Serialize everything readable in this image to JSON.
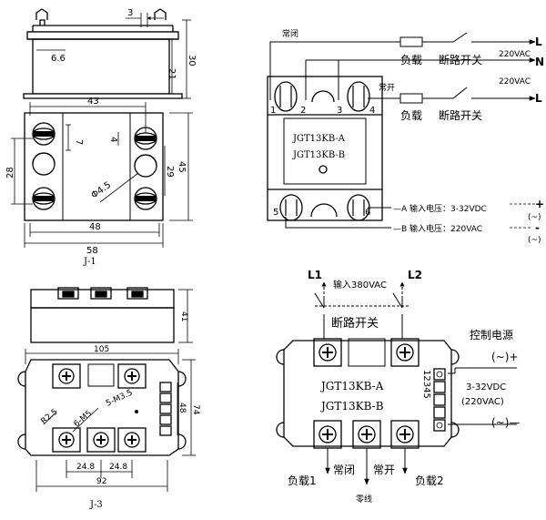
{
  "j1": {
    "dim_3": "3",
    "dim_6_6": "6.6",
    "dim_21": "21",
    "dim_30": "30",
    "dim_43": "43",
    "dim_7": "7",
    "dim_4": "4",
    "dim_28": "28",
    "dim_29": "29",
    "dim_45": "45",
    "dim_phi4_5": "Φ4.5",
    "dim_48": "48",
    "dim_58": "58",
    "caption": "J-1"
  },
  "j3": {
    "dim_41": "41",
    "dim_105": "105",
    "dim_r2_5": "R2.5",
    "dim_6m5": "6-M5",
    "dim_5m3_5": "5-M3.5",
    "dim_48": "48",
    "dim_74": "74",
    "dim_24_8a": "24.8",
    "dim_24_8b": "24.8",
    "dim_92": "92",
    "caption": "J-3"
  },
  "wiring_top": {
    "label_nc": "常闭",
    "label_no": "常开",
    "load_1": "负载",
    "breaker_1": "断路开关",
    "voltage_1": "220VAC",
    "terminal_L_top": "L",
    "terminal_N": "N",
    "voltage_2": "220VAC",
    "terminal_L_mid": "L",
    "load_2": "负载",
    "breaker_2": "断路开关",
    "pin_1": "1",
    "pin_2": "2",
    "pin_3": "3",
    "pin_4": "4",
    "pin_5": "5",
    "pin_6": "6",
    "model_a": "JGT13KB-A",
    "model_b": "JGT13KB-B",
    "input_a": "—A 输入电压：3-32VDC",
    "input_b": "—B 输入电压：220VAC",
    "plus_a": "+",
    "tilde_a": "(~)",
    "minus_b": "-",
    "tilde_b": "(~)"
  },
  "wiring_bottom": {
    "l1": "L1",
    "l2": "L2",
    "input_380": "输入380VAC",
    "breaker": "断路开关",
    "control_power": "控制电源",
    "plus_label": "(~)+",
    "minus_label": "(~)—",
    "model_a": "JGT13KB-A",
    "model_b": "JGT13KB-B",
    "pins_side": "12345",
    "dc_range": "3-32VDC",
    "ac_range": "(220VAC)",
    "load_1": "负载1",
    "nc": "常闭",
    "no": "常开",
    "load_2": "负载2",
    "neutral": "零线"
  }
}
